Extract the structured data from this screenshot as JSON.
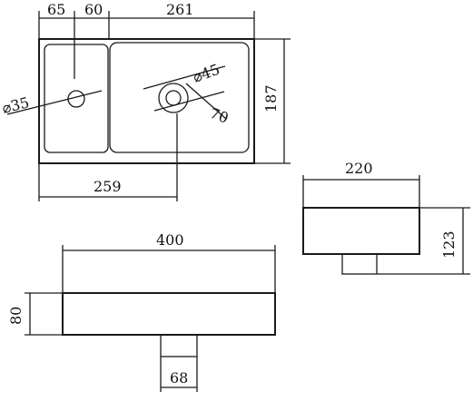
{
  "diagram": {
    "top_view": {
      "dim_left_width": "65",
      "dim_middle_width": "60",
      "dim_right_width": "261",
      "dim_height": "187",
      "dim_bottom_width": "259",
      "tap_hole_diameter": "⌀35",
      "drain_diameter": "⌀45",
      "drain_outer": "70"
    },
    "side_view": {
      "dim_width": "220",
      "dim_height": "123"
    },
    "front_view": {
      "dim_width": "400",
      "dim_height": "80",
      "dim_drain_width": "68"
    }
  }
}
